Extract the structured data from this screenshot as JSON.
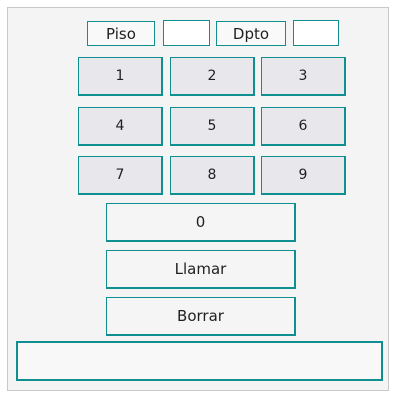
{
  "header": {
    "piso_label": "Piso",
    "piso_value": "",
    "dpto_label": "Dpto",
    "dpto_value": ""
  },
  "keypad": {
    "keys": [
      "1",
      "2",
      "3",
      "4",
      "5",
      "6",
      "7",
      "8",
      "9"
    ],
    "zero": "0"
  },
  "actions": {
    "call_label": "Llamar",
    "clear_label": "Borrar"
  },
  "display": {
    "text": ""
  },
  "colors": {
    "accent": "#0f8f8f",
    "key_bg": "#e8e8ec",
    "panel_bg": "#f4f4f4"
  }
}
